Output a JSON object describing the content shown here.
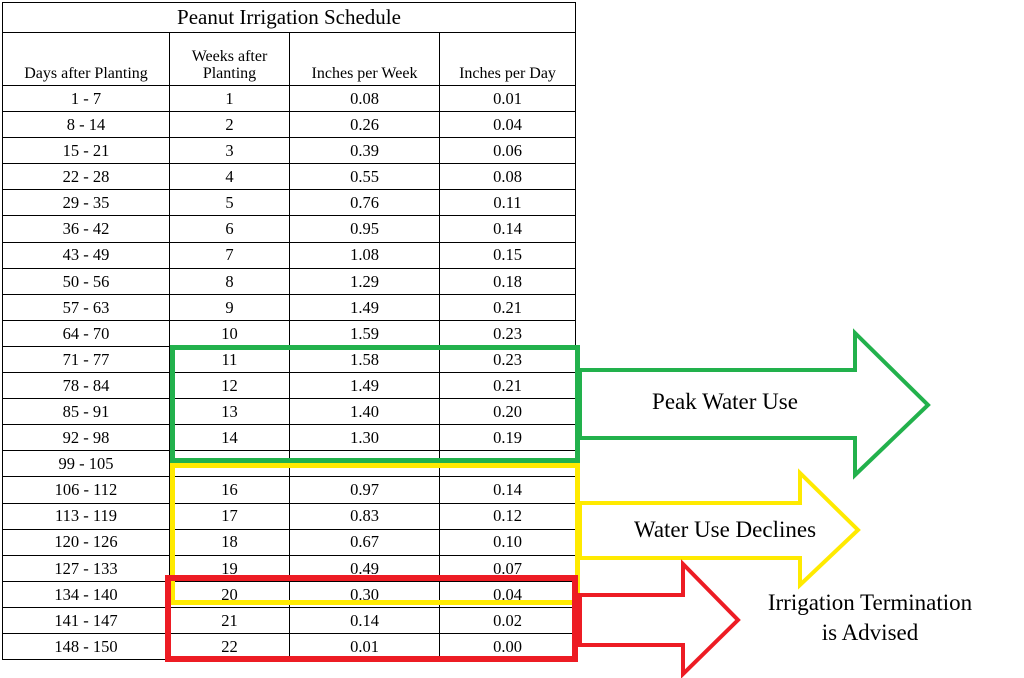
{
  "table": {
    "title": "Peanut Irrigation Schedule",
    "headers": {
      "days": "Days after Planting",
      "weeks_line1": "Weeks after",
      "weeks_line2": "Planting",
      "inches_week": "Inches per Week",
      "inches_day": "Inches per Day"
    },
    "rows": [
      {
        "days": "1 - 7",
        "week": "1",
        "inw": "0.08",
        "ind": "0.01"
      },
      {
        "days": "8 - 14",
        "week": "2",
        "inw": "0.26",
        "ind": "0.04"
      },
      {
        "days": "15 - 21",
        "week": "3",
        "inw": "0.39",
        "ind": "0.06"
      },
      {
        "days": "22 - 28",
        "week": "4",
        "inw": "0.55",
        "ind": "0.08"
      },
      {
        "days": "29 - 35",
        "week": "5",
        "inw": "0.76",
        "ind": "0.11"
      },
      {
        "days": "36 - 42",
        "week": "6",
        "inw": "0.95",
        "ind": "0.14"
      },
      {
        "days": "43 - 49",
        "week": "7",
        "inw": "1.08",
        "ind": "0.15"
      },
      {
        "days": "50 - 56",
        "week": "8",
        "inw": "1.29",
        "ind": "0.18"
      },
      {
        "days": "57 - 63",
        "week": "9",
        "inw": "1.49",
        "ind": "0.21"
      },
      {
        "days": "64 - 70",
        "week": "10",
        "inw": "1.59",
        "ind": "0.23"
      },
      {
        "days": "71 - 77",
        "week": "11",
        "inw": "1.58",
        "ind": "0.23"
      },
      {
        "days": "78 - 84",
        "week": "12",
        "inw": "1.49",
        "ind": "0.21"
      },
      {
        "days": "85 - 91",
        "week": "13",
        "inw": "1.40",
        "ind": "0.20"
      },
      {
        "days": "92 - 98",
        "week": "14",
        "inw": "1.30",
        "ind": "0.19"
      },
      {
        "days": "99 - 105",
        "week": "",
        "inw": "",
        "ind": ""
      },
      {
        "days": "106 - 112",
        "week": "16",
        "inw": "0.97",
        "ind": "0.14"
      },
      {
        "days": "113 - 119",
        "week": "17",
        "inw": "0.83",
        "ind": "0.12"
      },
      {
        "days": "120 - 126",
        "week": "18",
        "inw": "0.67",
        "ind": "0.10"
      },
      {
        "days": "127 - 133",
        "week": "19",
        "inw": "0.49",
        "ind": "0.07"
      },
      {
        "days": "134 - 140",
        "week": "20",
        "inw": "0.30",
        "ind": "0.04"
      },
      {
        "days": "141 - 147",
        "week": "21",
        "inw": "0.14",
        "ind": "0.02"
      },
      {
        "days": "148 - 150",
        "week": "22",
        "inw": "0.01",
        "ind": "0.00"
      }
    ]
  },
  "annotations": {
    "peak": "Peak Water Use",
    "decline": "Water Use Declines",
    "termination_line1": "Irrigation Termination",
    "termination_line2": "is Advised"
  },
  "colors": {
    "peak": "#22b14c",
    "decline": "#ffea00",
    "termination": "#ed1c24"
  }
}
